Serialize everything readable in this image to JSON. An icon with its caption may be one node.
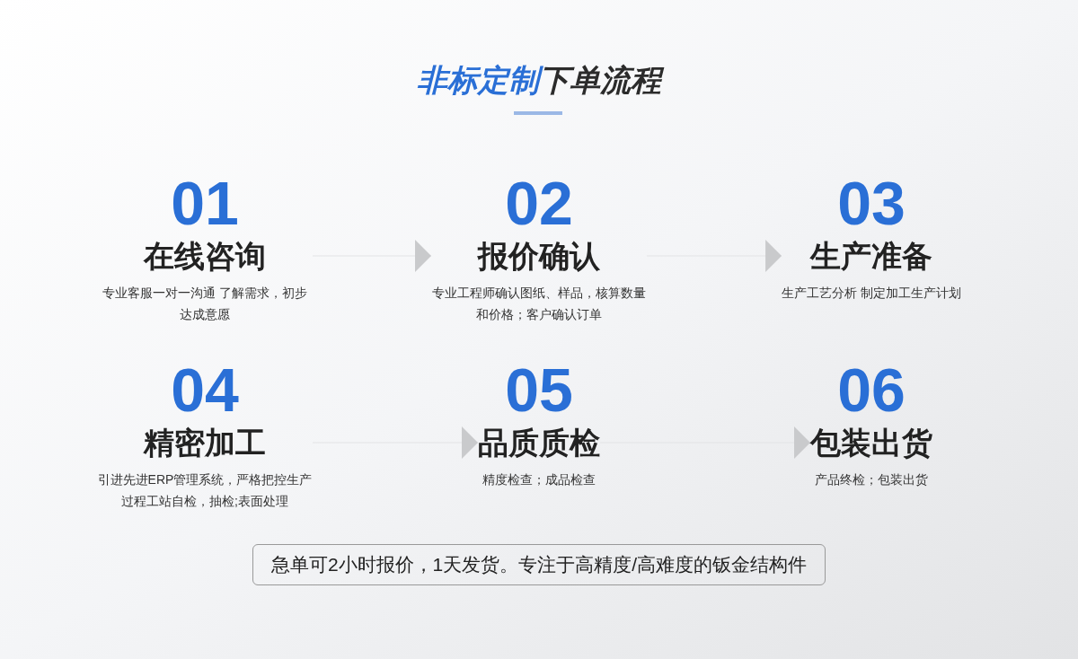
{
  "diagram": {
    "title": "**非标定制**下单流程",
    "nodes": [
      {
        "text": [
          "01",
          "在线咨询",
          "专业客服一对一沟通 了解需求，初步达成意愿"
        ]
      },
      {
        "text": [
          "02",
          "报价确认",
          "专业工程师确认图纸、样品，核算数量和价格；客户确认订单"
        ]
      },
      {
        "text": [
          "03",
          "生产准备",
          "生产工艺分析 制定加工生产计划"
        ]
      },
      {
        "text": [
          "04",
          "精密加工",
          "引进先进ERP管理系统，严格把控生产过程工站自检，抽检;表面处理"
        ]
      },
      {
        "text": [
          "05",
          "品质质检",
          "精度检查；成品检查"
        ]
      },
      {
        "text": [
          "06",
          "包装出货",
          "产品终检；包装出货"
        ]
      }
    ],
    "edges": [
      {
        "from": 0,
        "to": 1,
        "arrow": "to"
      },
      {
        "from": 1,
        "to": 2,
        "arrow": "to"
      },
      {
        "from": 3,
        "to": 4,
        "arrow": "to"
      },
      {
        "from": 4,
        "to": 5,
        "arrow": "to"
      }
    ],
    "labels": [
      "急单可2小时报价，1天发货。专注于高精度/高难度的钣金结构件"
    ]
  }
}
